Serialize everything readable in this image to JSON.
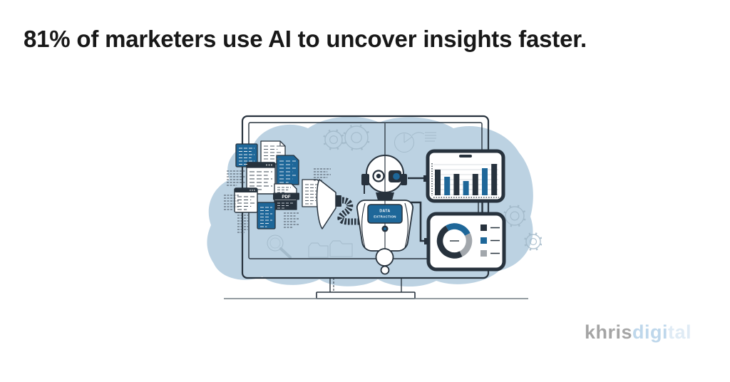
{
  "headline": "81% of marketers use AI to uncover insights faster.",
  "watermark": {
    "gray": "khris",
    "blue": "digi",
    "pale": "tal"
  },
  "illustration": {
    "robot_panel_line1": "DATA",
    "robot_panel_line2": "EXTRACTION",
    "pdf_label": "PDF"
  },
  "colors": {
    "ink": "#27323d",
    "navy": "#27323d",
    "blue": "#1e6799",
    "gray": "#a2a7ac",
    "blob": "#bcd2e2",
    "sketch": "#9fb6c6",
    "ground": "#717d83",
    "headline_text": "#181818",
    "watermark_gray": "#a5a5a5",
    "watermark_blue": "#bed7eb",
    "watermark_pale": "#dfebf5"
  },
  "mini_charts": {
    "bar_chart": {
      "type": "bar",
      "values_rel": [
        0.78,
        0.57,
        0.65,
        0.43,
        0.65,
        0.83,
        0.96
      ],
      "bar_colors": [
        "navy",
        "blue",
        "navy",
        "blue",
        "navy",
        "blue",
        "navy"
      ]
    },
    "donut_chart": {
      "type": "donut",
      "start_angle": -30,
      "segments": [
        {
          "color": "blue",
          "pct": 26
        },
        {
          "color": "gray",
          "pct": 25
        },
        {
          "color": "navy",
          "pct": 49
        }
      ],
      "legend_colors": [
        "navy",
        "blue",
        "gray"
      ]
    }
  }
}
